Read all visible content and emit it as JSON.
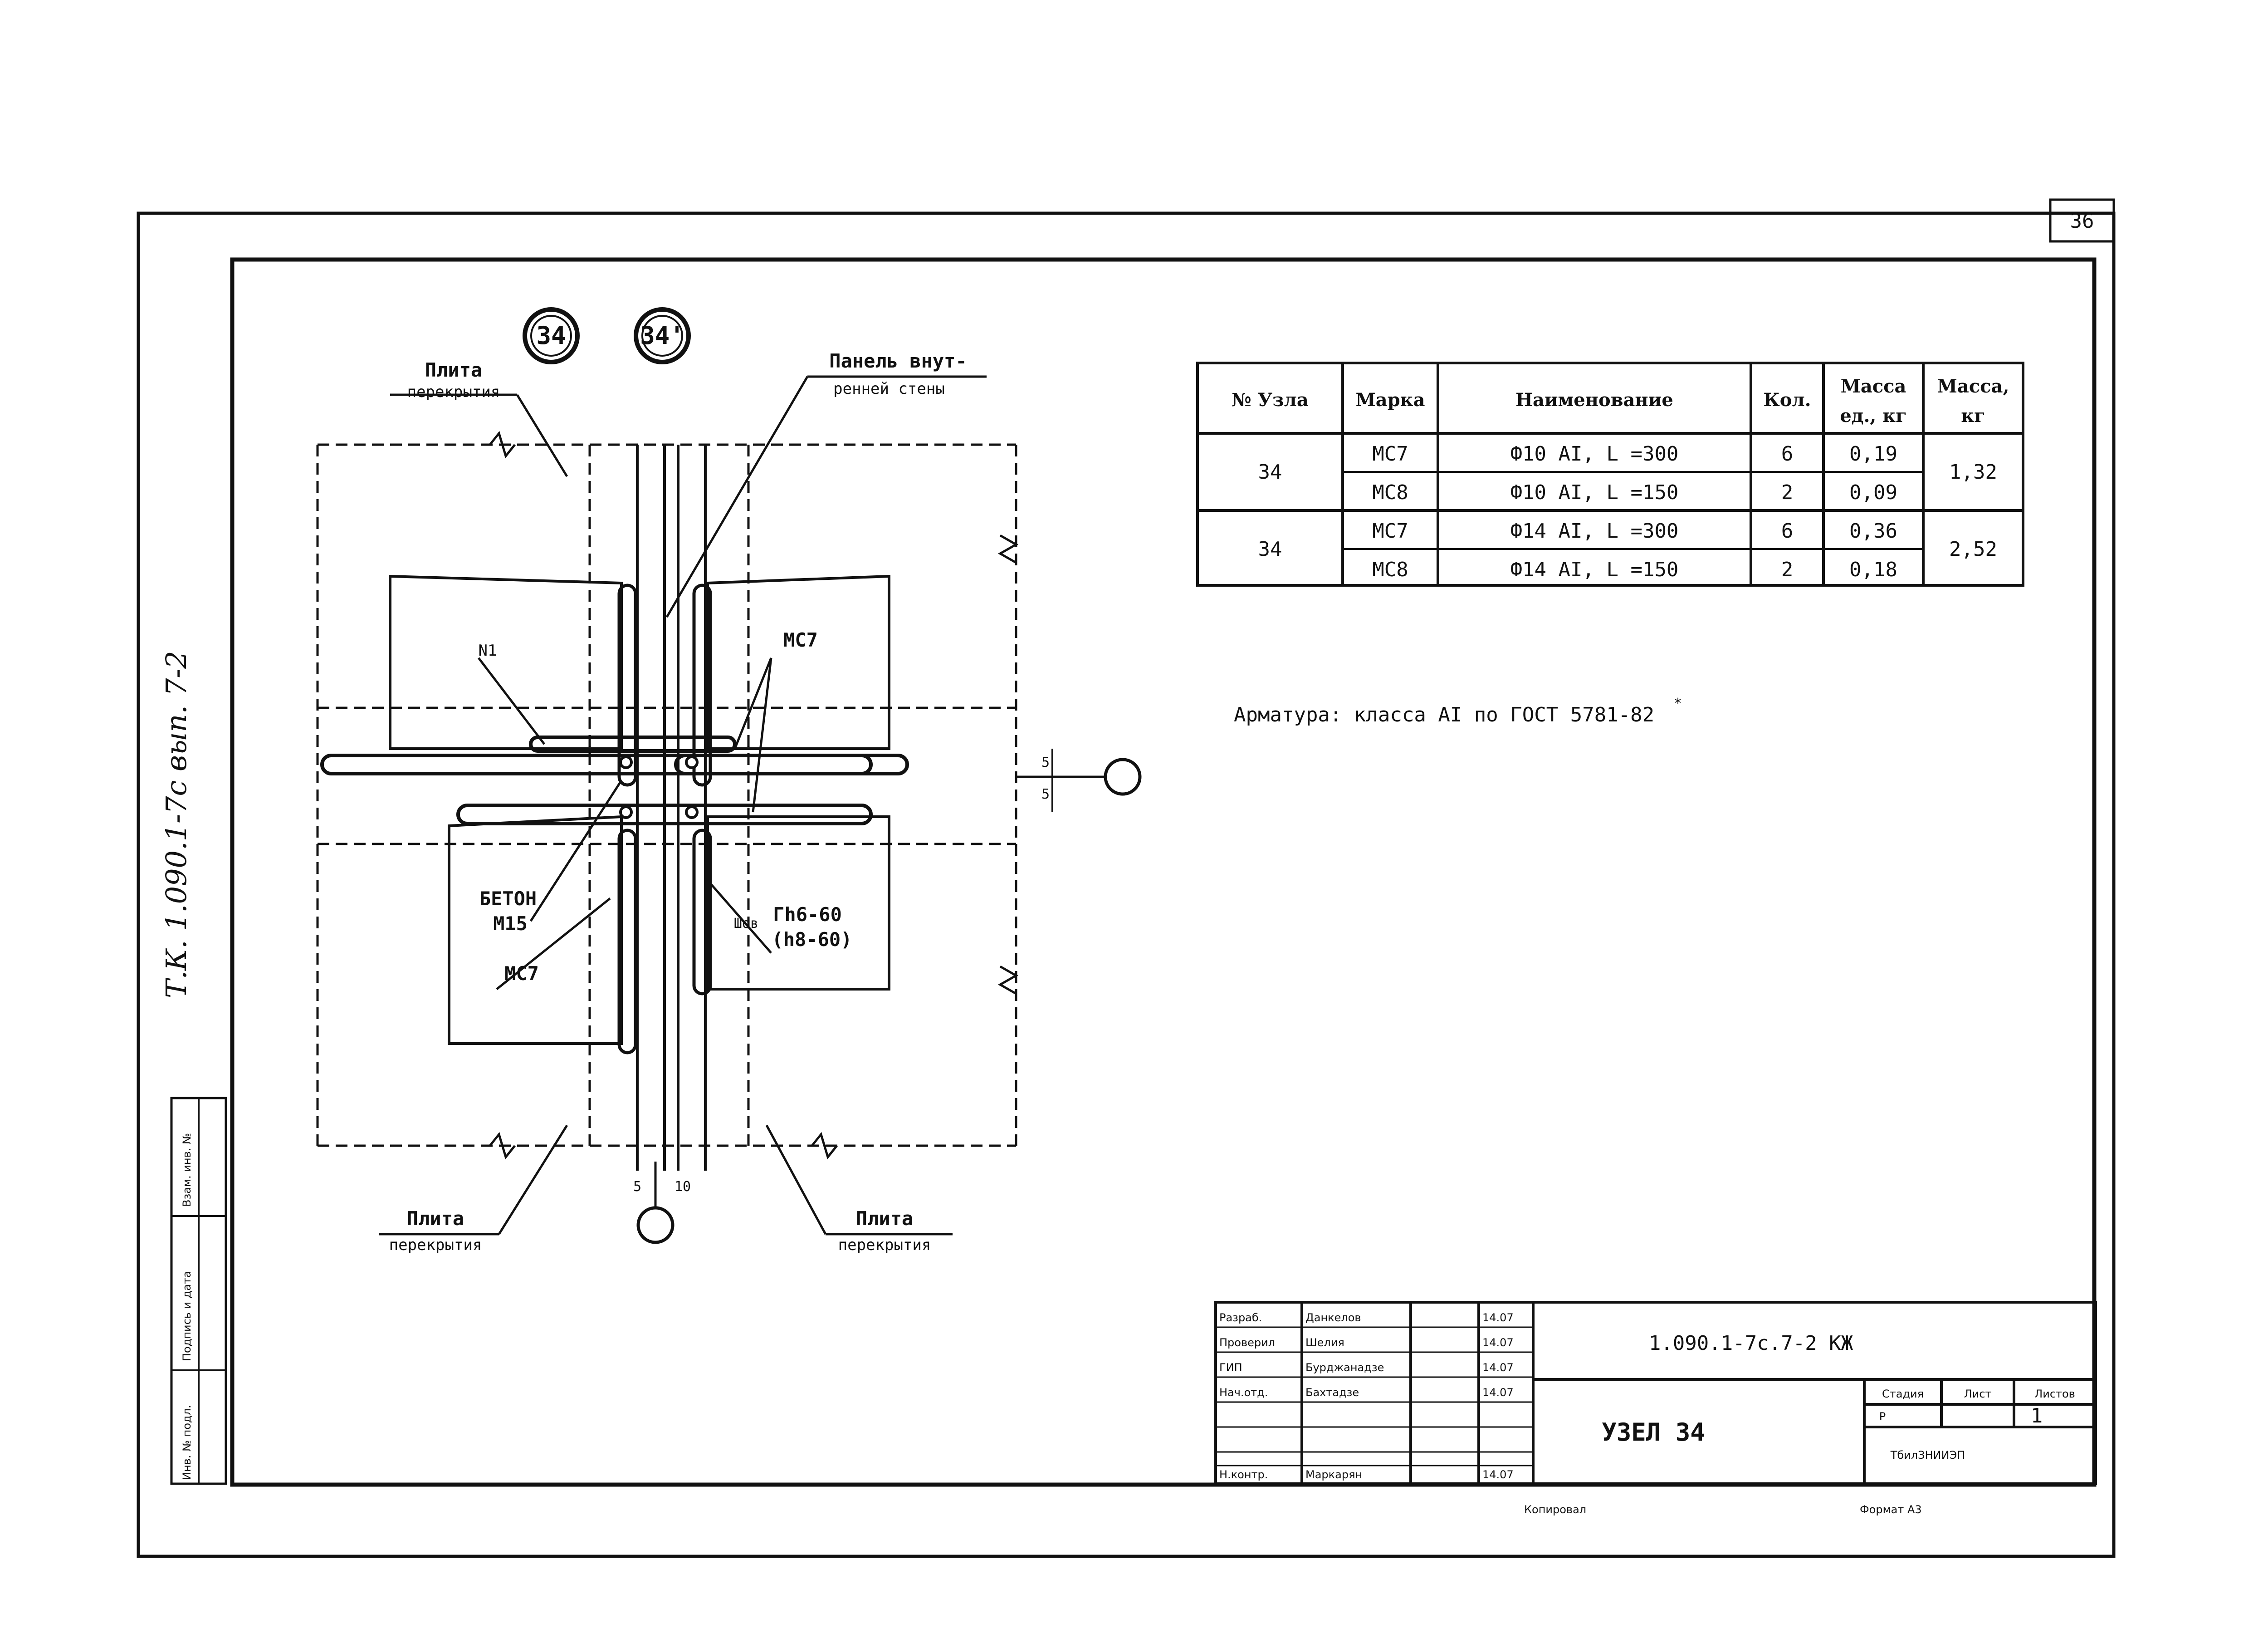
{
  "page": {
    "sheet_number": "36",
    "side_inscription": "Т.К. 1.090.1-7с вып. 7-2",
    "copied_label": "Копировал",
    "format_label": "Формат А3"
  },
  "node_markers": {
    "node_34": "34",
    "node_34_prime": "34'"
  },
  "callouts": {
    "slab_top_left": {
      "line1": "Плита",
      "line2": "перекрытия"
    },
    "panel_inner_wall": {
      "line1": "Панель внут-",
      "line2": "ренней стены"
    },
    "n1": "N1",
    "mc7_top": "МС7",
    "concrete": {
      "line1": "БЕТОН",
      "line2": "М15"
    },
    "mc7_bottom": "МС7",
    "weld_symbol": "Шов",
    "weld_spec": {
      "line1": "Гh6-60",
      "line2": "(h8-60)"
    },
    "slab_bottom_left": {
      "line1": "Плита",
      "line2": "перекрытия"
    },
    "slab_bottom_right": {
      "line1": "Плита",
      "line2": "перекрытия"
    },
    "dim_right_top": "5",
    "dim_right_bottom": "5",
    "dim_bottom_left": "5",
    "dim_bottom_right": "10"
  },
  "spec_table": {
    "headers": {
      "node": "№ Узла",
      "mark": "Марка",
      "name": "Наименование",
      "qty": "Кол.",
      "unit_mass_line1": "Масса",
      "unit_mass_line2": "ед., кг",
      "mass_line1": "Масса,",
      "mass_line2": "кг"
    },
    "groups": [
      {
        "node": "34",
        "total_mass": "1,32",
        "rows": [
          {
            "mark": "МС7",
            "name": "Ф10 AI, L =300",
            "qty": "6",
            "unit_mass": "0,19"
          },
          {
            "mark": "МС8",
            "name": "Ф10 AI, L =150",
            "qty": "2",
            "unit_mass": "0,09"
          }
        ]
      },
      {
        "node": "34",
        "total_mass": "2,52",
        "rows": [
          {
            "mark": "МС7",
            "name": "Ф14 AI, L =300",
            "qty": "6",
            "unit_mass": "0,36"
          },
          {
            "mark": "МС8",
            "name": "Ф14 AI, L =150",
            "qty": "2",
            "unit_mass": "0,18"
          }
        ]
      }
    ]
  },
  "note": {
    "text": "Арматура: класса AI по ГОСТ 5781-82",
    "superscript": "*"
  },
  "title_block": {
    "roles": [
      {
        "role": "Разраб.",
        "name": "Данкелов",
        "date": "14.07"
      },
      {
        "role": "Проверил",
        "name": "Шелия",
        "date": "14.07"
      },
      {
        "role": "ГИП",
        "name": "Бурджанадзе",
        "date": "14.07"
      },
      {
        "role": "Нач.отд.",
        "name": "Бахтадзе",
        "date": "14.07"
      },
      {
        "role": "Н.контр.",
        "name": "Маркарян",
        "date": "14.07"
      }
    ],
    "designation": "1.090.1-7с.7-2 КЖ",
    "drawing_title": "УЗЕЛ 34",
    "stage_label": "Стадия",
    "sheet_label": "Лист",
    "sheets_label": "Листов",
    "stage_value": "Р",
    "sheets_value": "1",
    "organization": "ТбилЗНИИЭП"
  },
  "margin_strip": {
    "inv_orig": "Инв. № подл.",
    "sign_date": "Подпись и дата",
    "replace_inv": "Взам. инв. №"
  }
}
